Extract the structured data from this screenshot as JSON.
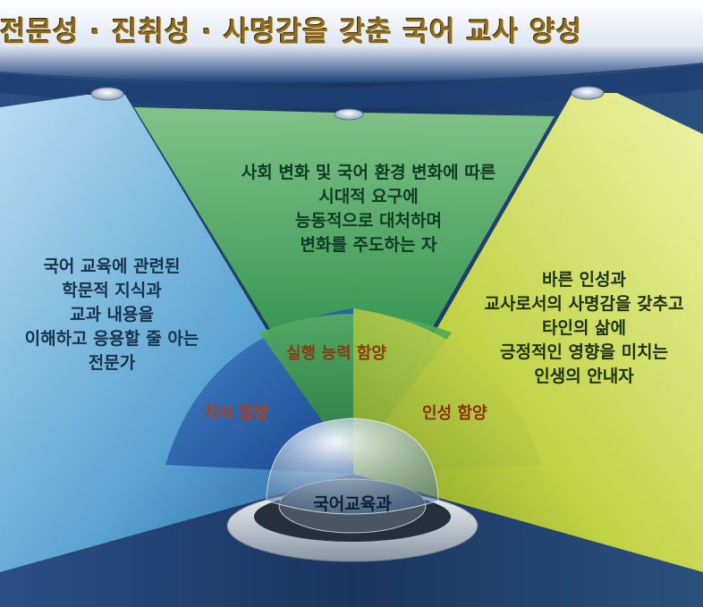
{
  "title": "전문성 · 진취성  · 사명감을 갖춘 국어 교사 양성",
  "center": "국어교육과",
  "arcs": {
    "top": "실행 능력 함양",
    "left": "지식 함양",
    "right": "인성 함양"
  },
  "beams": {
    "left": [
      "국어 교육에 관련된",
      "학문적 지식과",
      "교과 내용을",
      "이해하고 응용할 줄 아는",
      "전문가"
    ],
    "center": [
      "사회 변화 및 국어 환경 변화에 따른",
      "시대적 요구에",
      "능동적으로 대처하며",
      "변화를 주도하는 자"
    ],
    "right": [
      "바른 인성과",
      "교사로서의 사명감을 갖추고",
      "타인의 삶에",
      "긍정적인 영향을 미치는",
      "인생의 안내자"
    ]
  },
  "colors": {
    "left_beam": "#5da8d6",
    "center_beam": "#3c9a52",
    "right_beam": "#b9cc3a",
    "background": "#1b3a68",
    "title_text": "#8a6a20"
  }
}
